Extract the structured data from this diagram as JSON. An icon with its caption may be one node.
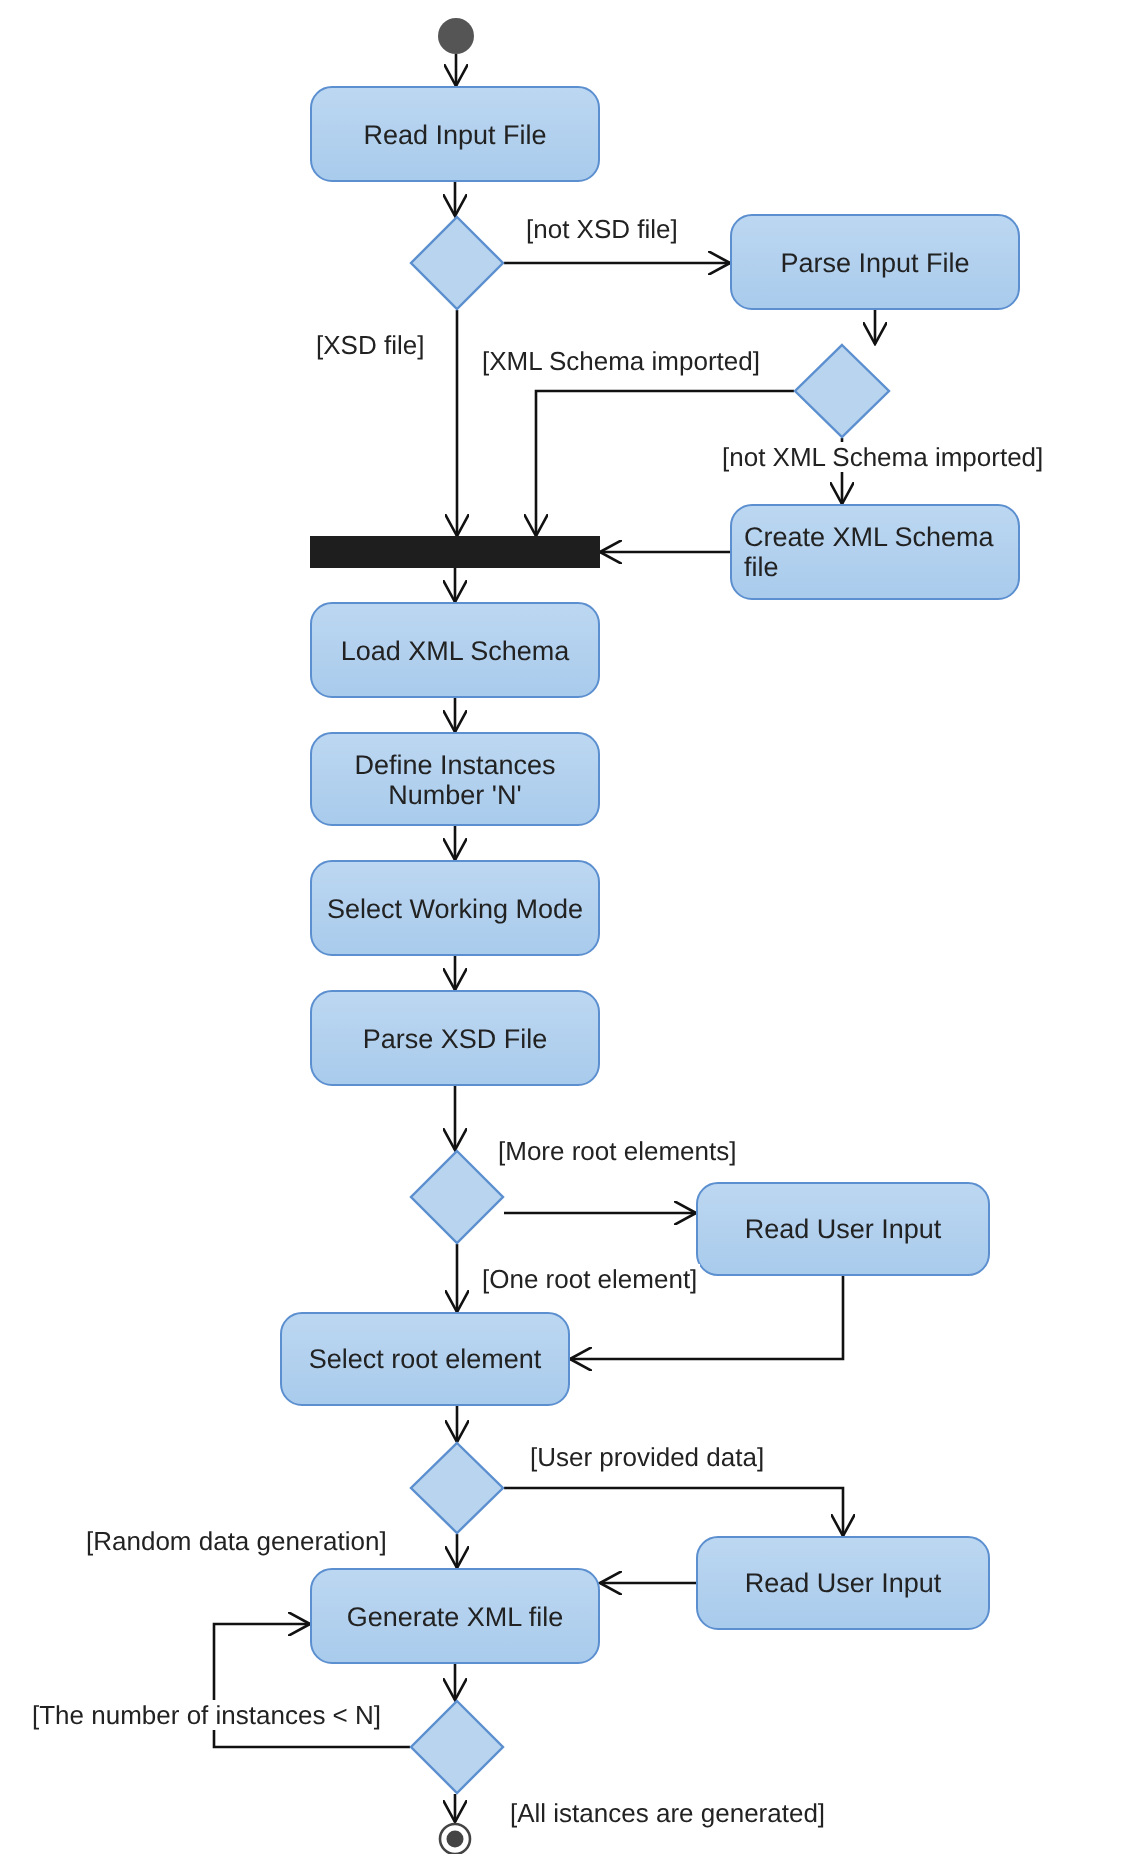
{
  "diagram": {
    "nodes": [
      {
        "text": [],
        "shape": "circle"
      },
      {
        "text": [
          "Read Input File"
        ]
      },
      {
        "text": [],
        "shape": "diamond"
      },
      {
        "text": [
          "Parse Input File"
        ]
      },
      {
        "text": [],
        "shape": "diamond"
      },
      {
        "text": [
          "Create XML Schema file"
        ]
      },
      {
        "text": [],
        "shape": "bar"
      },
      {
        "text": [
          "Load XML Schema"
        ]
      },
      {
        "text": [
          "Define Instances Number 'N'"
        ]
      },
      {
        "text": [
          "Select Working Mode"
        ]
      },
      {
        "text": [
          "Parse XSD File"
        ]
      },
      {
        "text": [],
        "shape": "diamond"
      },
      {
        "text": [
          "Read User Input"
        ]
      },
      {
        "text": [
          "Select root element"
        ]
      },
      {
        "text": [],
        "shape": "diamond"
      },
      {
        "text": [
          "Read User Input"
        ]
      },
      {
        "text": [
          "Generate XML file"
        ]
      },
      {
        "text": [],
        "shape": "diamond"
      },
      {
        "text": [],
        "shape": "circle"
      }
    ],
    "edges": [
      {
        "from": 0,
        "to": 1,
        "arrow": "to"
      },
      {
        "from": 1,
        "to": 2,
        "arrow": "to"
      },
      {
        "from": 2,
        "to": 3,
        "arrow": "to",
        "label": "[not XSD file]"
      },
      {
        "from": 2,
        "to": 6,
        "arrow": "to",
        "label": "[XSD file]"
      },
      {
        "from": 3,
        "to": 4,
        "arrow": "to"
      },
      {
        "from": 4,
        "to": 6,
        "arrow": "to",
        "label": "[XML Schema imported]"
      },
      {
        "from": 4,
        "to": 5,
        "arrow": "to",
        "label": "[not XML Schema imported]"
      },
      {
        "from": 5,
        "to": 6,
        "arrow": "to"
      },
      {
        "from": 6,
        "to": 7,
        "arrow": "to"
      },
      {
        "from": 7,
        "to": 8,
        "arrow": "to"
      },
      {
        "from": 8,
        "to": 9,
        "arrow": "to"
      },
      {
        "from": 9,
        "to": 10,
        "arrow": "to"
      },
      {
        "from": 10,
        "to": 11,
        "arrow": "to"
      },
      {
        "from": 11,
        "to": 12,
        "arrow": "to",
        "label": "[More root elements]"
      },
      {
        "from": 11,
        "to": 13,
        "arrow": "to",
        "label": "[One root element]"
      },
      {
        "from": 12,
        "to": 13,
        "arrow": "to"
      },
      {
        "from": 13,
        "to": 14,
        "arrow": "to"
      },
      {
        "from": 14,
        "to": 15,
        "arrow": "to",
        "label": "[User provided data]"
      },
      {
        "from": 14,
        "to": 16,
        "arrow": "to",
        "label": "[Random data generation]"
      },
      {
        "from": 15,
        "to": 16,
        "arrow": "to"
      },
      {
        "from": 16,
        "to": 17,
        "arrow": "to"
      },
      {
        "from": 17,
        "to": 16,
        "arrow": "to",
        "label": "[The number of instances < N]"
      },
      {
        "from": 17,
        "to": 18,
        "arrow": "to",
        "label": "[All istances are generated]"
      }
    ]
  }
}
